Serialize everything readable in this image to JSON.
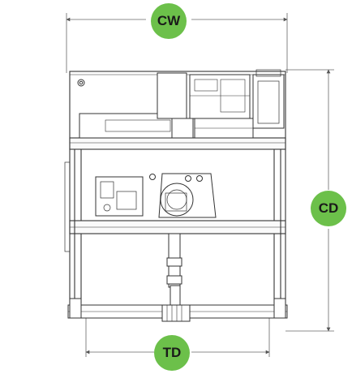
{
  "labels": {
    "cabinet_width": "CW",
    "cabinet_depth": "CD",
    "toe_depth": "TD"
  },
  "colors": {
    "badge_fill": "#6cc04a",
    "badge_text": "#1a1a1a",
    "line": "#333333",
    "dimension_line": "#555555"
  }
}
